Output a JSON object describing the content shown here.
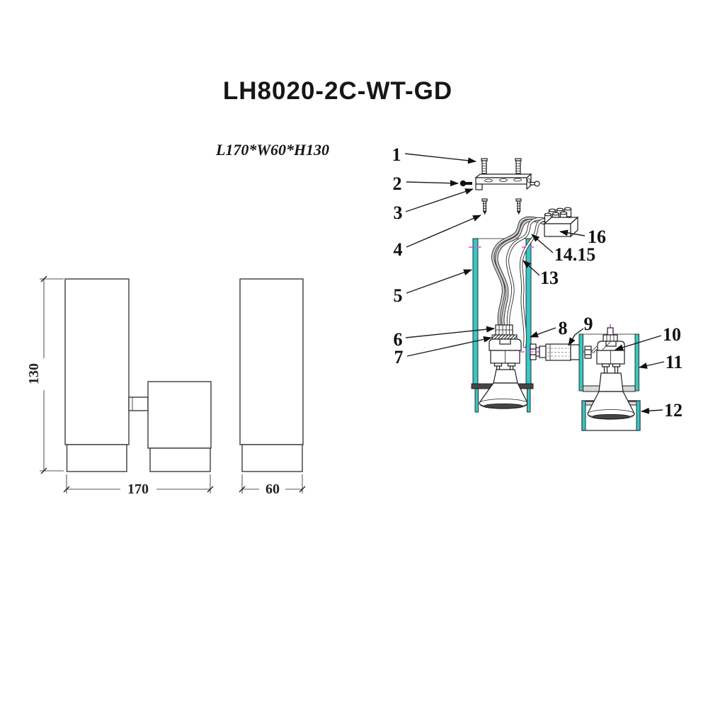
{
  "title": "LH8020-2C-WT-GD",
  "size_label": "L170*W60*H130",
  "dimensions": {
    "height": "130",
    "length": "170",
    "width": "60"
  },
  "part_labels": {
    "p1": "1",
    "p2": "2",
    "p3": "3",
    "p4": "4",
    "p5": "5",
    "p6": "6",
    "p7": "7",
    "p8": "8",
    "p9": "9",
    "p10": "10",
    "p11": "11",
    "p12": "12",
    "p13": "13",
    "p14": "14.15",
    "p16": "16"
  },
  "colors": {
    "line": "#1e1e1e",
    "teal": "#38c6c6",
    "magenta": "#ee44ee",
    "wire": "#cccccc",
    "dark": "#454545"
  }
}
